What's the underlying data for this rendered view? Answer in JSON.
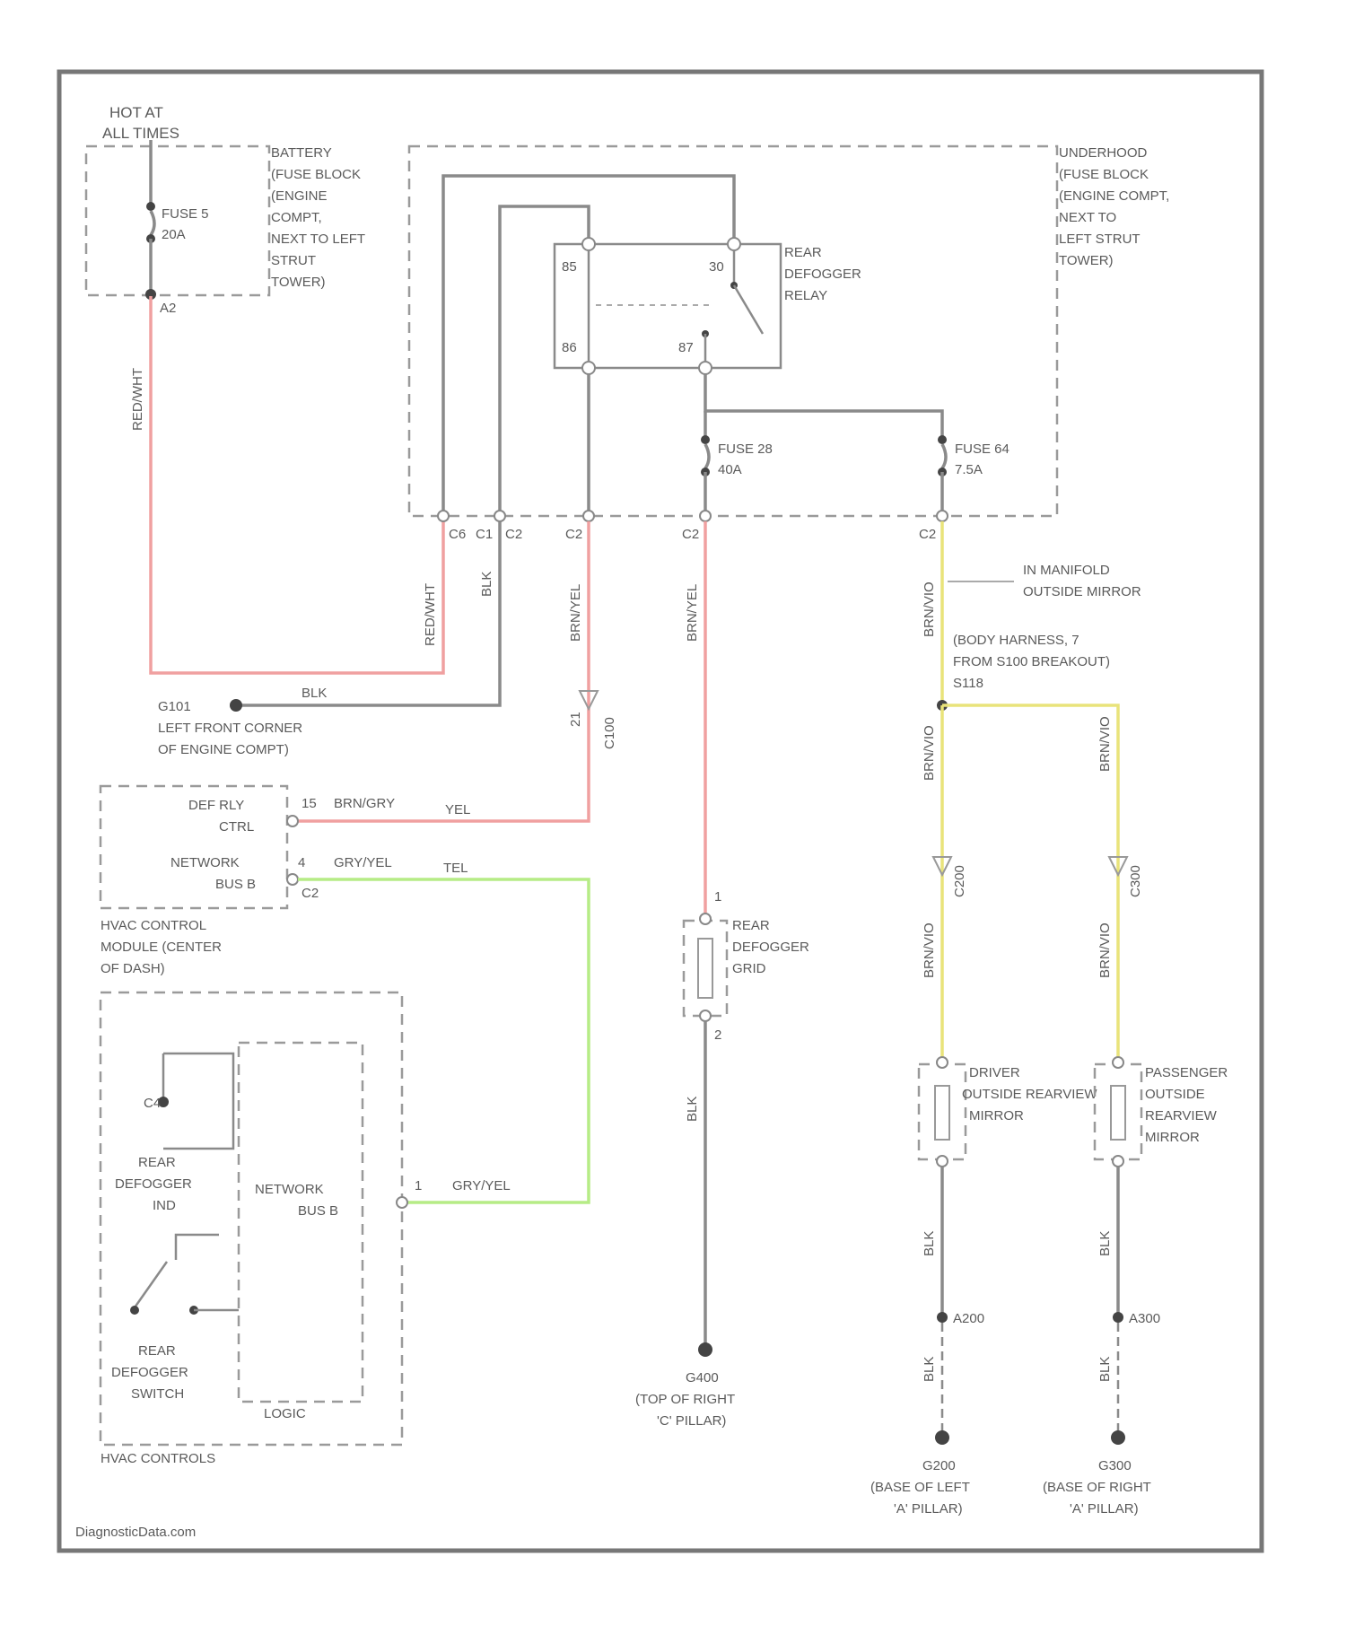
{
  "labels": {
    "hot_at": "HOT AT",
    "all_times": "ALL TIMES",
    "fuse5_a": "FUSE 5",
    "fuse5_b": "20A",
    "pin_a2": "A2",
    "battery_fb": [
      "BATTERY",
      "(FUSE BLOCK",
      "(ENGINE",
      "COMPT,",
      "NEXT TO LEFT",
      "STRUT",
      "TOWER)"
    ],
    "underhood_fb": [
      "UNDERHOOD",
      "(FUSE BLOCK",
      "(ENGINE COMPT,",
      "NEXT TO",
      "LEFT STRUT",
      "TOWER)"
    ],
    "relay_name": [
      "REAR",
      "DEFOGGER",
      "RELAY"
    ],
    "relay_pins": {
      "p85": "85",
      "p86": "86",
      "p30": "30",
      "p87": "87"
    },
    "fuse28_a": "FUSE 28",
    "fuse28_b": "40A",
    "fuse64_a": "FUSE 64",
    "fuse64_b": "7.5A",
    "wire_red_wht": "RED/WHT",
    "wire_red_wht2": "RED/WHT",
    "wire_blk": "BLK",
    "wire_blk2": "BLK",
    "wire_brn_yel": "BRN/YEL",
    "wire_brn_yel2": "BRN/YEL",
    "wire_brn_vio": "BRN/VIO",
    "wire_brn_vio2": "BRN/VIO",
    "pins_underhood": [
      "C6",
      "C1",
      "C2",
      "C2",
      "C2",
      "C2"
    ],
    "ground_g101": "G101",
    "ground_g101_loc": [
      "LEFT FRONT CORNER",
      "OF ENGINE COMPT)"
    ],
    "c100": "C100",
    "c100_pin": "21",
    "hvac_def_rly": [
      "DEF RLY",
      "CTRL"
    ],
    "hvac_net_bus": [
      "NETWORK",
      "BUS B"
    ],
    "hvac_pin15": "15",
    "hvac_pin4": "4",
    "hvac_c2": "C2",
    "wire_brn_gry": "BRN/GRY",
    "wire_yel": "YEL",
    "wire_gry_yel": "GRY/YEL",
    "wire_tel": "TEL",
    "hvac_module": [
      "HVAC CONTROL",
      "MODULE (CENTER",
      "OF DASH)"
    ],
    "hvac_controls": "HVAC CONTROLS",
    "rear_def_ind": [
      "REAR",
      "DEFOGGER",
      "IND"
    ],
    "rear_def_switch": [
      "REAR",
      "DEFOGGER",
      "SWITCH"
    ],
    "net_bus_b": [
      "NETWORK",
      "BUS B"
    ],
    "logic": "LOGIC",
    "c4": "C4",
    "gry_yel2": "GRY/YEL",
    "pin_1": "1",
    "splice_note": [
      "IN MANIFOLD",
      "OUTSIDE MIRROR"
    ],
    "body_harness": [
      "(BODY HARNESS, 7",
      "FROM S100 BREAKOUT)"
    ],
    "s118": "S118",
    "grid_name": [
      "REAR",
      "DEFOGGER",
      "GRID"
    ],
    "grid_pin1": "1",
    "grid_pin2": "2",
    "g400": "G400",
    "g400_loc": [
      "(TOP OF RIGHT",
      "'C' PILLAR)"
    ],
    "driver_mirror": [
      "DRIVER",
      "OUTSIDE REARVIEW",
      "MIRROR"
    ],
    "pass_mirror": [
      "PASSENGER",
      "OUTSIDE",
      "REARVIEW",
      "MIRROR"
    ],
    "c200": "C200",
    "c300": "C300",
    "a200": "A200",
    "a300": "A300",
    "g200": "G200",
    "g300": "G300",
    "g200_loc": [
      "(BASE OF LEFT",
      "'A' PILLAR)"
    ],
    "g300_loc": [
      "(BASE OF RIGHT",
      "'A' PILLAR)"
    ],
    "footer": "DiagnosticData.com"
  },
  "colors": {
    "wire_gray": "#8a8a8a",
    "wire_red": "#f0a0a0",
    "wire_yellow": "#e9e37a",
    "wire_green": "#b6ec86"
  }
}
